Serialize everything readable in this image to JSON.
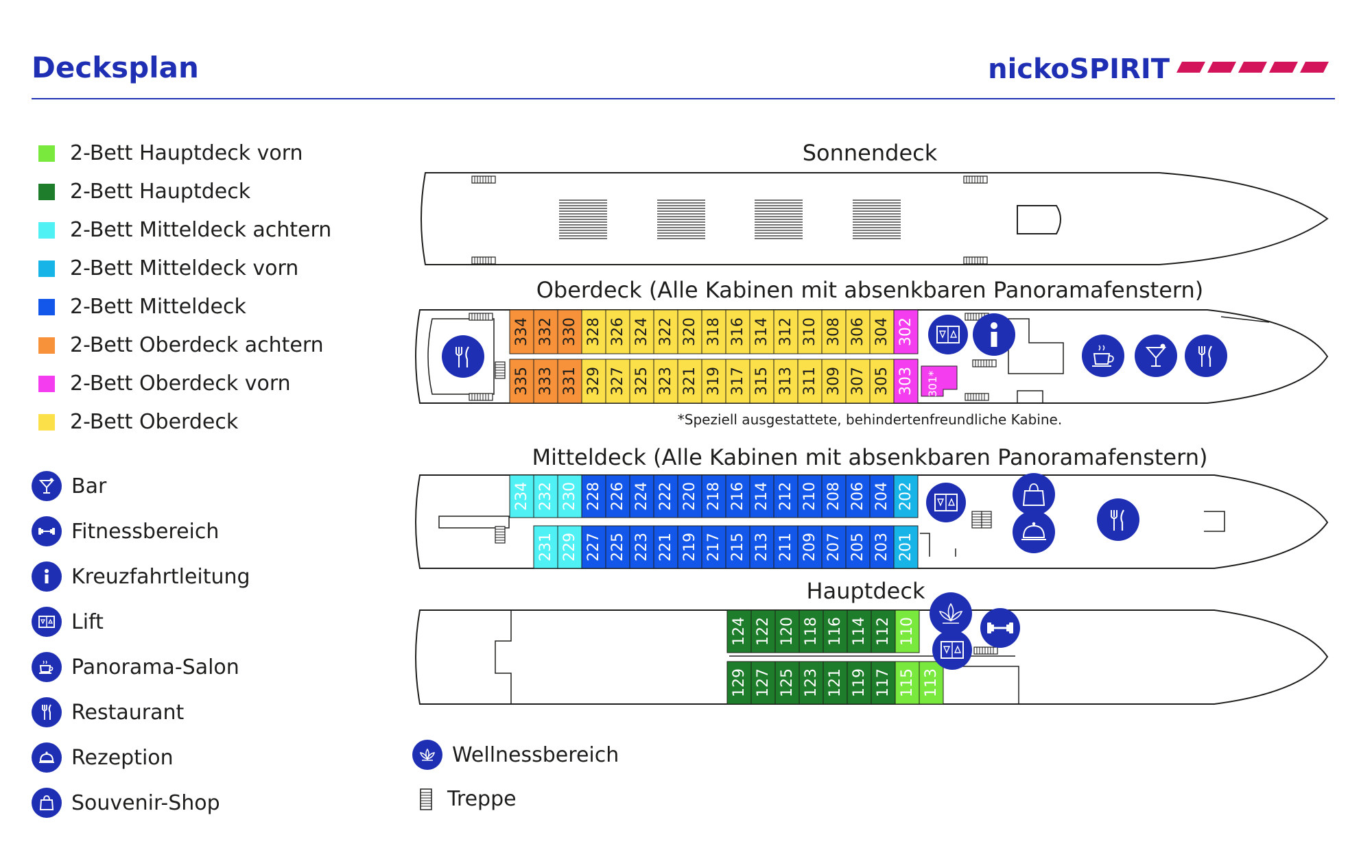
{
  "header": {
    "title": "Decksplan",
    "logo_text": "nickoSPIRIT",
    "logo_color": "#d4145a",
    "accent": "#1f2fb3"
  },
  "legend": {
    "categories": [
      {
        "label": "2-Bett Hauptdeck vorn",
        "color": "#7ae93e"
      },
      {
        "label": "2-Bett Hauptdeck",
        "color": "#1e7d2a"
      },
      {
        "label": "2-Bett Mitteldeck achtern",
        "color": "#4ff1f4"
      },
      {
        "label": "2-Bett Mitteldeck vorn",
        "color": "#17b4e8"
      },
      {
        "label": "2-Bett Mitteldeck",
        "color": "#1256ea"
      },
      {
        "label": "2-Bett Oberdeck achtern",
        "color": "#f7923a"
      },
      {
        "label": "2-Bett Oberdeck vorn",
        "color": "#f53df0"
      },
      {
        "label": "2-Bett Oberdeck",
        "color": "#fce04a"
      }
    ],
    "facilities": [
      {
        "label": "Bar",
        "icon": "cocktail-icon"
      },
      {
        "label": "Fitnessbereich",
        "icon": "dumbbell-icon"
      },
      {
        "label": "Kreuzfahrtleitung",
        "icon": "info-icon"
      },
      {
        "label": "Lift",
        "icon": "lift-icon"
      },
      {
        "label": "Panorama-Salon",
        "icon": "coffee-cup-icon"
      },
      {
        "label": "Restaurant",
        "icon": "fork-knife-icon"
      },
      {
        "label": "Rezeption",
        "icon": "reception-bell-icon"
      },
      {
        "label": "Souvenir-Shop",
        "icon": "shopping-bag-icon"
      }
    ],
    "extra": [
      {
        "label": "Wellnessbereich",
        "icon": "lotus-icon"
      },
      {
        "label": "Treppe",
        "icon": "stairs-icon"
      }
    ]
  },
  "decks": {
    "sonnendeck": {
      "title": "Sonnendeck"
    },
    "oberdeck": {
      "title": "Oberdeck (Alle Kabinen mit absenkbaren Panoramafenstern)",
      "top_row": [
        "334",
        "332",
        "330",
        "328",
        "326",
        "324",
        "322",
        "320",
        "318",
        "316",
        "314",
        "312",
        "310",
        "308",
        "306",
        "304",
        "302"
      ],
      "top_colors": [
        "#f7923a",
        "#f7923a",
        "#f7923a",
        "#fce04a",
        "#fce04a",
        "#fce04a",
        "#fce04a",
        "#fce04a",
        "#fce04a",
        "#fce04a",
        "#fce04a",
        "#fce04a",
        "#fce04a",
        "#fce04a",
        "#fce04a",
        "#fce04a",
        "#f53df0"
      ],
      "bottom_row": [
        "335",
        "333",
        "331",
        "329",
        "327",
        "325",
        "323",
        "321",
        "319",
        "317",
        "315",
        "313",
        "311",
        "309",
        "307",
        "305",
        "303"
      ],
      "bottom_colors": [
        "#f7923a",
        "#f7923a",
        "#f7923a",
        "#fce04a",
        "#fce04a",
        "#fce04a",
        "#fce04a",
        "#fce04a",
        "#fce04a",
        "#fce04a",
        "#fce04a",
        "#fce04a",
        "#fce04a",
        "#fce04a",
        "#fce04a",
        "#fce04a",
        "#f53df0"
      ],
      "special_cabin": "301*",
      "footnote": "*Speziell ausgestattete, behindertenfreundliche Kabine."
    },
    "mitteldeck": {
      "title": "Mitteldeck (Alle Kabinen mit absenkbaren Panoramafenstern)",
      "top_row": [
        "234",
        "232",
        "230",
        "228",
        "226",
        "224",
        "222",
        "220",
        "218",
        "216",
        "214",
        "212",
        "210",
        "208",
        "206",
        "204",
        "202"
      ],
      "top_colors": [
        "#4ff1f4",
        "#4ff1f4",
        "#4ff1f4",
        "#1256ea",
        "#1256ea",
        "#1256ea",
        "#1256ea",
        "#1256ea",
        "#1256ea",
        "#1256ea",
        "#1256ea",
        "#1256ea",
        "#1256ea",
        "#1256ea",
        "#1256ea",
        "#1256ea",
        "#17b4e8"
      ],
      "bottom_row": [
        "231",
        "229",
        "227",
        "225",
        "223",
        "221",
        "219",
        "217",
        "215",
        "213",
        "211",
        "209",
        "207",
        "205",
        "203",
        "201"
      ],
      "bottom_colors": [
        "#4ff1f4",
        "#4ff1f4",
        "#1256ea",
        "#1256ea",
        "#1256ea",
        "#1256ea",
        "#1256ea",
        "#1256ea",
        "#1256ea",
        "#1256ea",
        "#1256ea",
        "#1256ea",
        "#1256ea",
        "#1256ea",
        "#1256ea",
        "#17b4e8"
      ]
    },
    "hauptdeck": {
      "title": "Hauptdeck",
      "top_row": [
        "124",
        "122",
        "120",
        "118",
        "116",
        "114",
        "112",
        "110"
      ],
      "top_colors": [
        "#1e7d2a",
        "#1e7d2a",
        "#1e7d2a",
        "#1e7d2a",
        "#1e7d2a",
        "#1e7d2a",
        "#1e7d2a",
        "#7ae93e"
      ],
      "bottom_row": [
        "129",
        "127",
        "125",
        "123",
        "121",
        "119",
        "117",
        "115",
        "113"
      ],
      "bottom_colors": [
        "#1e7d2a",
        "#1e7d2a",
        "#1e7d2a",
        "#1e7d2a",
        "#1e7d2a",
        "#1e7d2a",
        "#1e7d2a",
        "#7ae93e",
        "#7ae93e"
      ]
    }
  }
}
